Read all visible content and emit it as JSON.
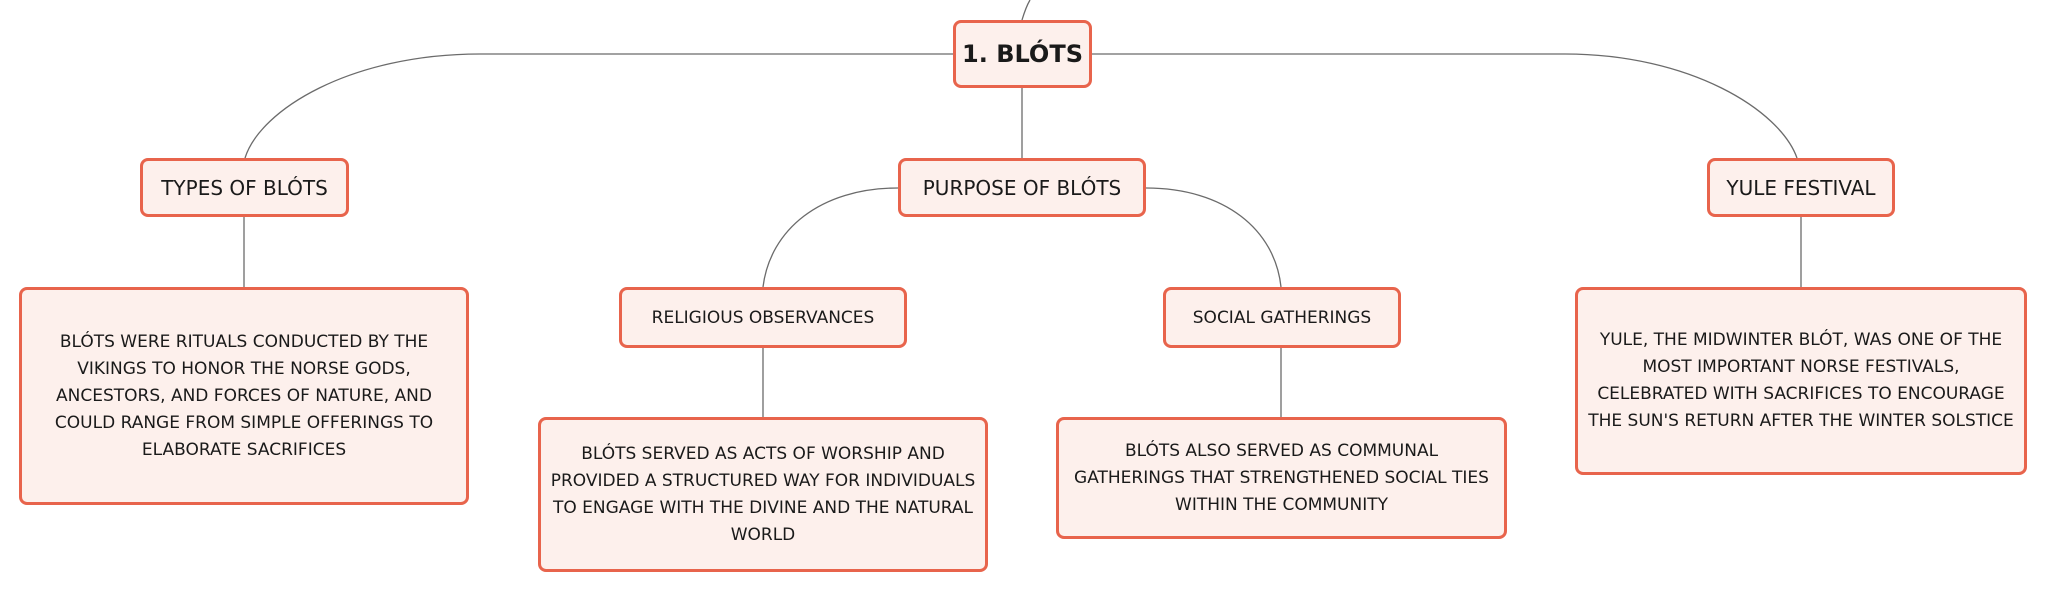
{
  "colors": {
    "node_border": "#e8644c",
    "node_fill": "#fdf0ec",
    "connector": "#6b6b6b",
    "text": "#1a1a1a"
  },
  "root": {
    "label": "1. BLÓTS"
  },
  "categories": {
    "types": {
      "label": "TYPES OF BLÓTS"
    },
    "purpose": {
      "label": "PURPOSE OF BLÓTS"
    },
    "yule": {
      "label": "YULE FESTIVAL"
    }
  },
  "subtopics": {
    "religious": {
      "label": "RELIGIOUS OBSERVANCES"
    },
    "social": {
      "label": "SOCIAL GATHERINGS"
    }
  },
  "descriptions": {
    "types": "BLÓTS WERE RITUALS CONDUCTED BY THE VIKINGS TO HONOR THE NORSE GODS, ANCESTORS, AND FORCES OF NATURE, AND COULD RANGE FROM SIMPLE OFFERINGS TO ELABORATE SACRIFICES",
    "religious": "BLÓTS SERVED AS ACTS OF WORSHIP AND PROVIDED A STRUCTURED WAY FOR INDIVIDUALS TO ENGAGE WITH THE DIVINE AND THE NATURAL WORLD",
    "social": "BLÓTS ALSO SERVED AS COMMUNAL GATHERINGS THAT STRENGTHENED SOCIAL TIES WITHIN THE COMMUNITY",
    "yule": "YULE, THE MIDWINTER BLÓT, WAS ONE OF THE MOST IMPORTANT NORSE FESTIVALS, CELEBRATED WITH SACRIFICES TO ENCOURAGE THE SUN'S RETURN AFTER THE WINTER SOLSTICE"
  }
}
